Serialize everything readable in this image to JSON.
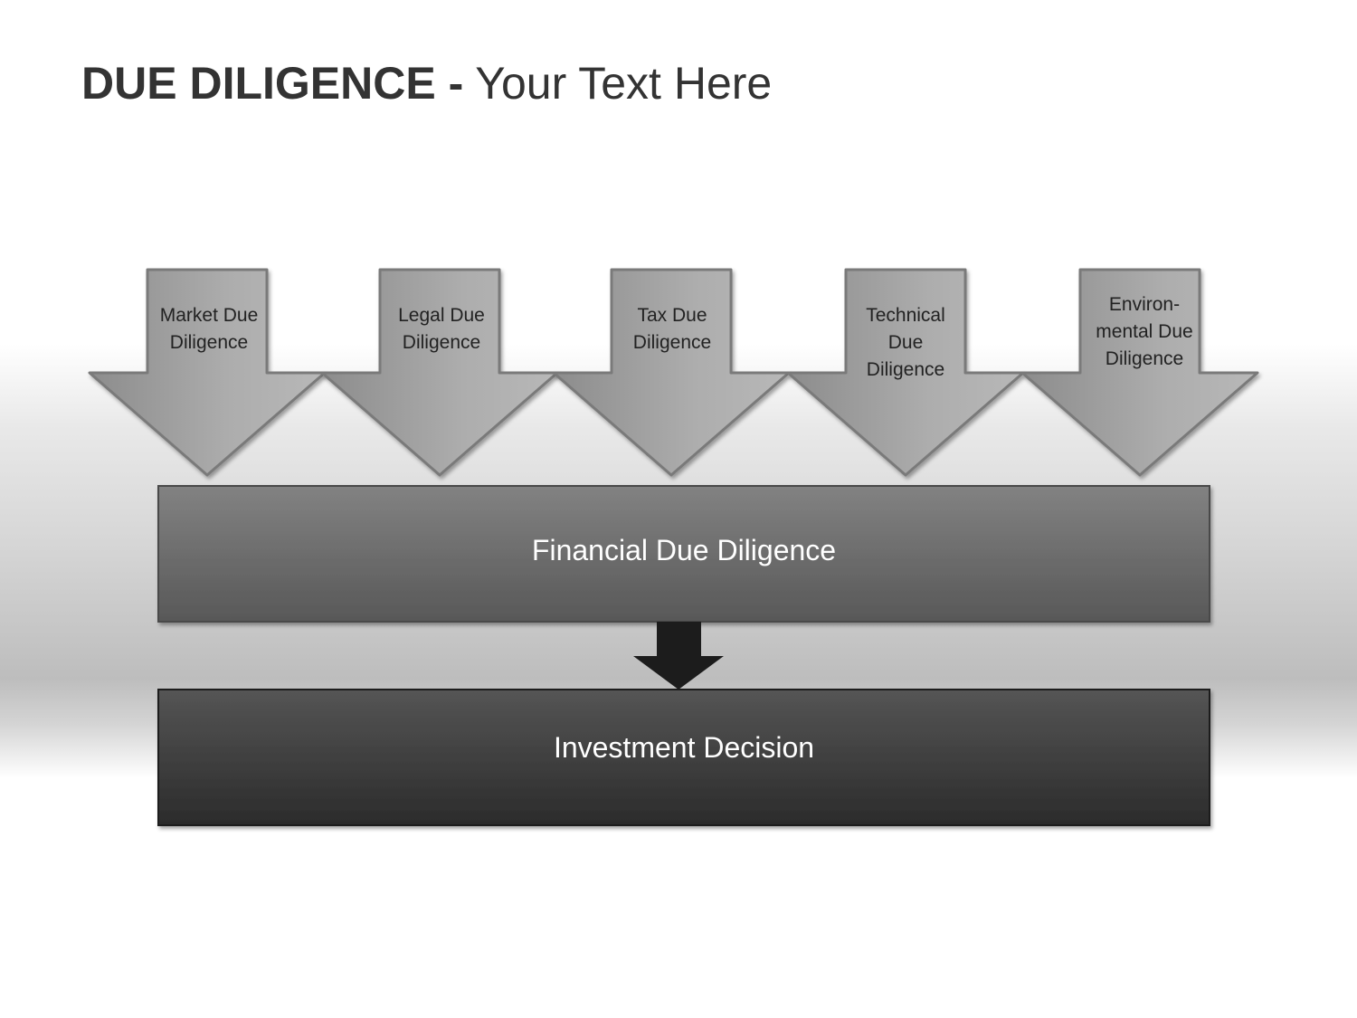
{
  "title": {
    "bold": "DUE DILIGENCE -",
    "normal": " Your Text Here"
  },
  "arrows": [
    {
      "label": "Market Due Diligence"
    },
    {
      "label": "Legal Due Diligence"
    },
    {
      "label": "Tax Due Diligence"
    },
    {
      "label": "Technical Due Diligence"
    },
    {
      "label": "Environ-mental Due Diligence"
    }
  ],
  "financial_box": {
    "label": "Financial Due Diligence"
  },
  "decision_box": {
    "label": "Investment Decision"
  },
  "colors": {
    "arrow_light": "#b4b4b4",
    "arrow_dark": "#8c8c8c",
    "financial_top": "#808080",
    "financial_bottom": "#5a5a5a",
    "decision_top": "#525252",
    "decision_bottom": "#2c2c2c",
    "connector": "#1c1c1c",
    "title_text": "#333333"
  }
}
